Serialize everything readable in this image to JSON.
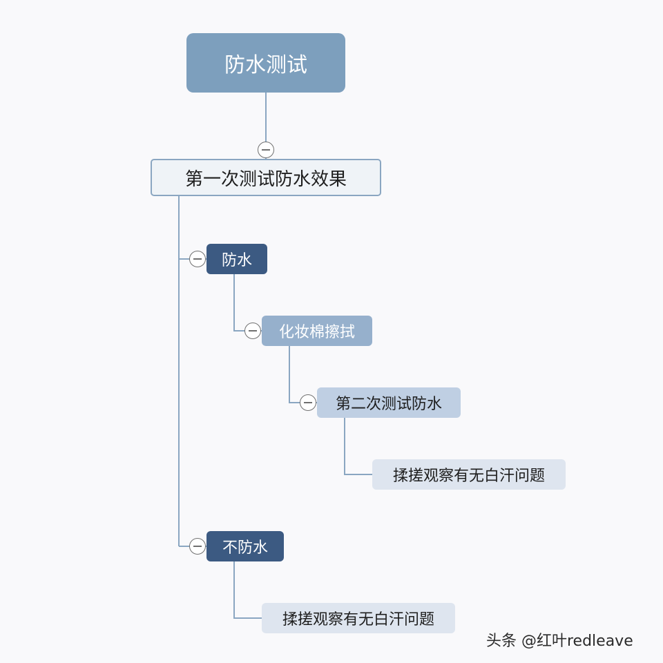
{
  "mindmap": {
    "root": {
      "label": "防水测试"
    },
    "level1": {
      "label": "第一次测试防水效果"
    },
    "branch_waterproof": {
      "label": "防水",
      "child": {
        "label": "化妆棉擦拭",
        "child": {
          "label": "第二次测试防水",
          "child": {
            "label": "揉搓观察有无白汗问题"
          }
        }
      }
    },
    "branch_not_waterproof": {
      "label": "不防水",
      "child": {
        "label": "揉搓观察有无白汗问题"
      }
    }
  },
  "watermark": "头条 @红叶redleave",
  "colors": {
    "background": "#f9f9fb",
    "root": "#7d9fbd",
    "level1_fill": "#eff3f7",
    "level1_border": "#8aa6c1",
    "dark_node": "#3c5a82",
    "mid_node": "#96b0cc",
    "light_node": "#bfcfe3",
    "pale_node": "#dee5ef",
    "connector": "#8aa6c1",
    "toggle_stroke": "#6f6f6f"
  },
  "icons": [
    "collapse-icon"
  ]
}
